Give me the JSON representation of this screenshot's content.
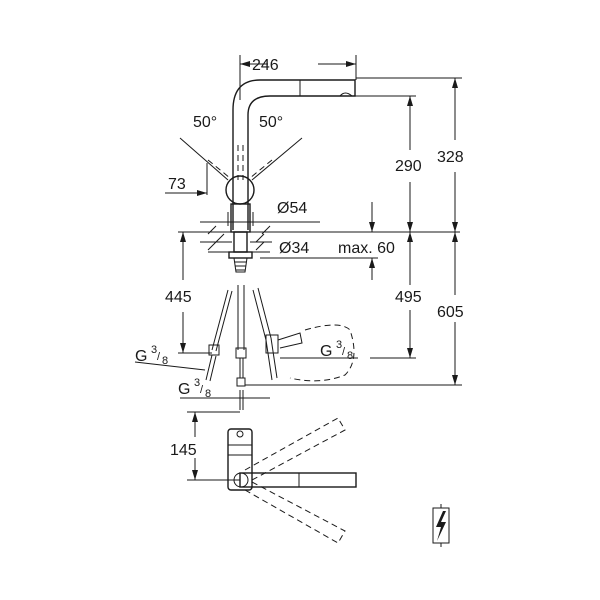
{
  "drawing": {
    "dimensions": {
      "spout_reach": "246",
      "angle_left": "50°",
      "angle_right": "50°",
      "handle_offset": "73",
      "body_diameter": "Ø54",
      "hole_diameter": "Ø34",
      "max_counter_thickness": "max. 60",
      "spout_height": "290",
      "total_height": "328",
      "hose_length_left": "445",
      "hose_length_right": "495",
      "hose_length_total": "605",
      "plan_depth": "145"
    },
    "connections": [
      {
        "label": "G",
        "fraction_num": "3",
        "fraction_den": "8"
      },
      {
        "label": "G",
        "fraction_num": "3",
        "fraction_den": "8"
      },
      {
        "label": "G",
        "fraction_num": "3",
        "fraction_den": "8"
      }
    ],
    "symbols": {
      "electrical": "lightning-bolt-icon"
    }
  }
}
